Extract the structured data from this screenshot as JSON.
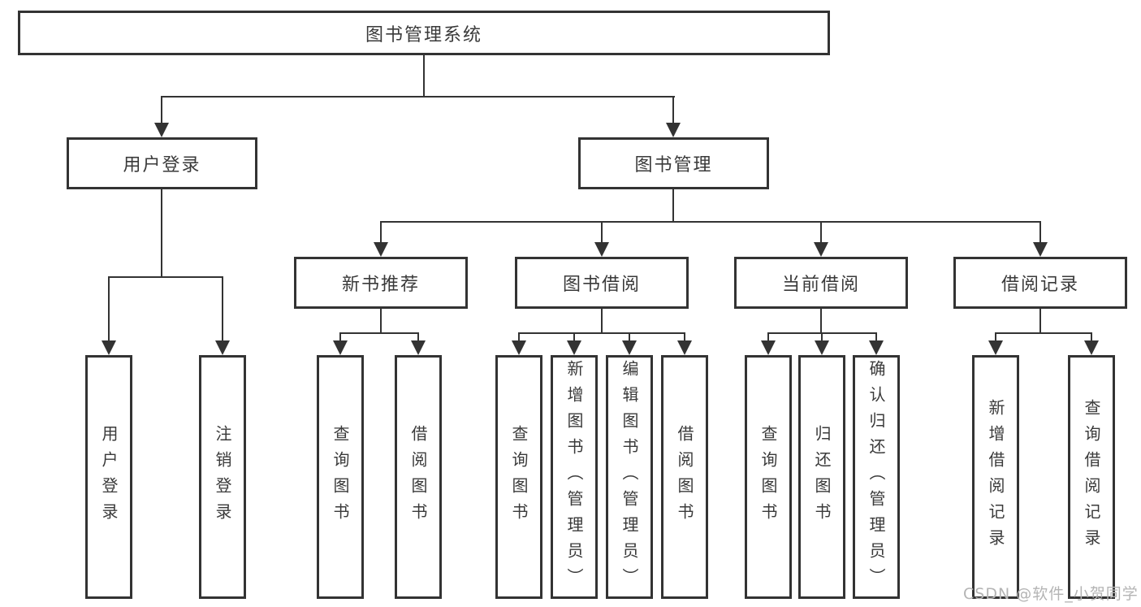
{
  "tree": {
    "root": "图书管理系统",
    "branches": [
      {
        "label": "用户登录",
        "children": [
          "用户登录",
          "注销登录"
        ]
      },
      {
        "label": "图书管理",
        "sections": [
          {
            "label": "新书推荐",
            "children": [
              "查询图书",
              "借阅图书"
            ]
          },
          {
            "label": "图书借阅",
            "children": [
              "查询图书",
              "新增图书（管理员）",
              "编辑图书（管理员）",
              "借阅图书"
            ]
          },
          {
            "label": "当前借阅",
            "children": [
              "查询图书",
              "归还图书",
              "确认归还（管理员）"
            ]
          },
          {
            "label": "借阅记录",
            "children": [
              "新增借阅记录",
              "查询借阅记录"
            ]
          }
        ]
      }
    ]
  },
  "watermark": "CSDN @软件_小贺同学",
  "colors": {
    "line": "#333333",
    "box_border": "#333333",
    "text": "#3a3a3a",
    "watermark": "#b4b4b4",
    "background": "#ffffff"
  }
}
